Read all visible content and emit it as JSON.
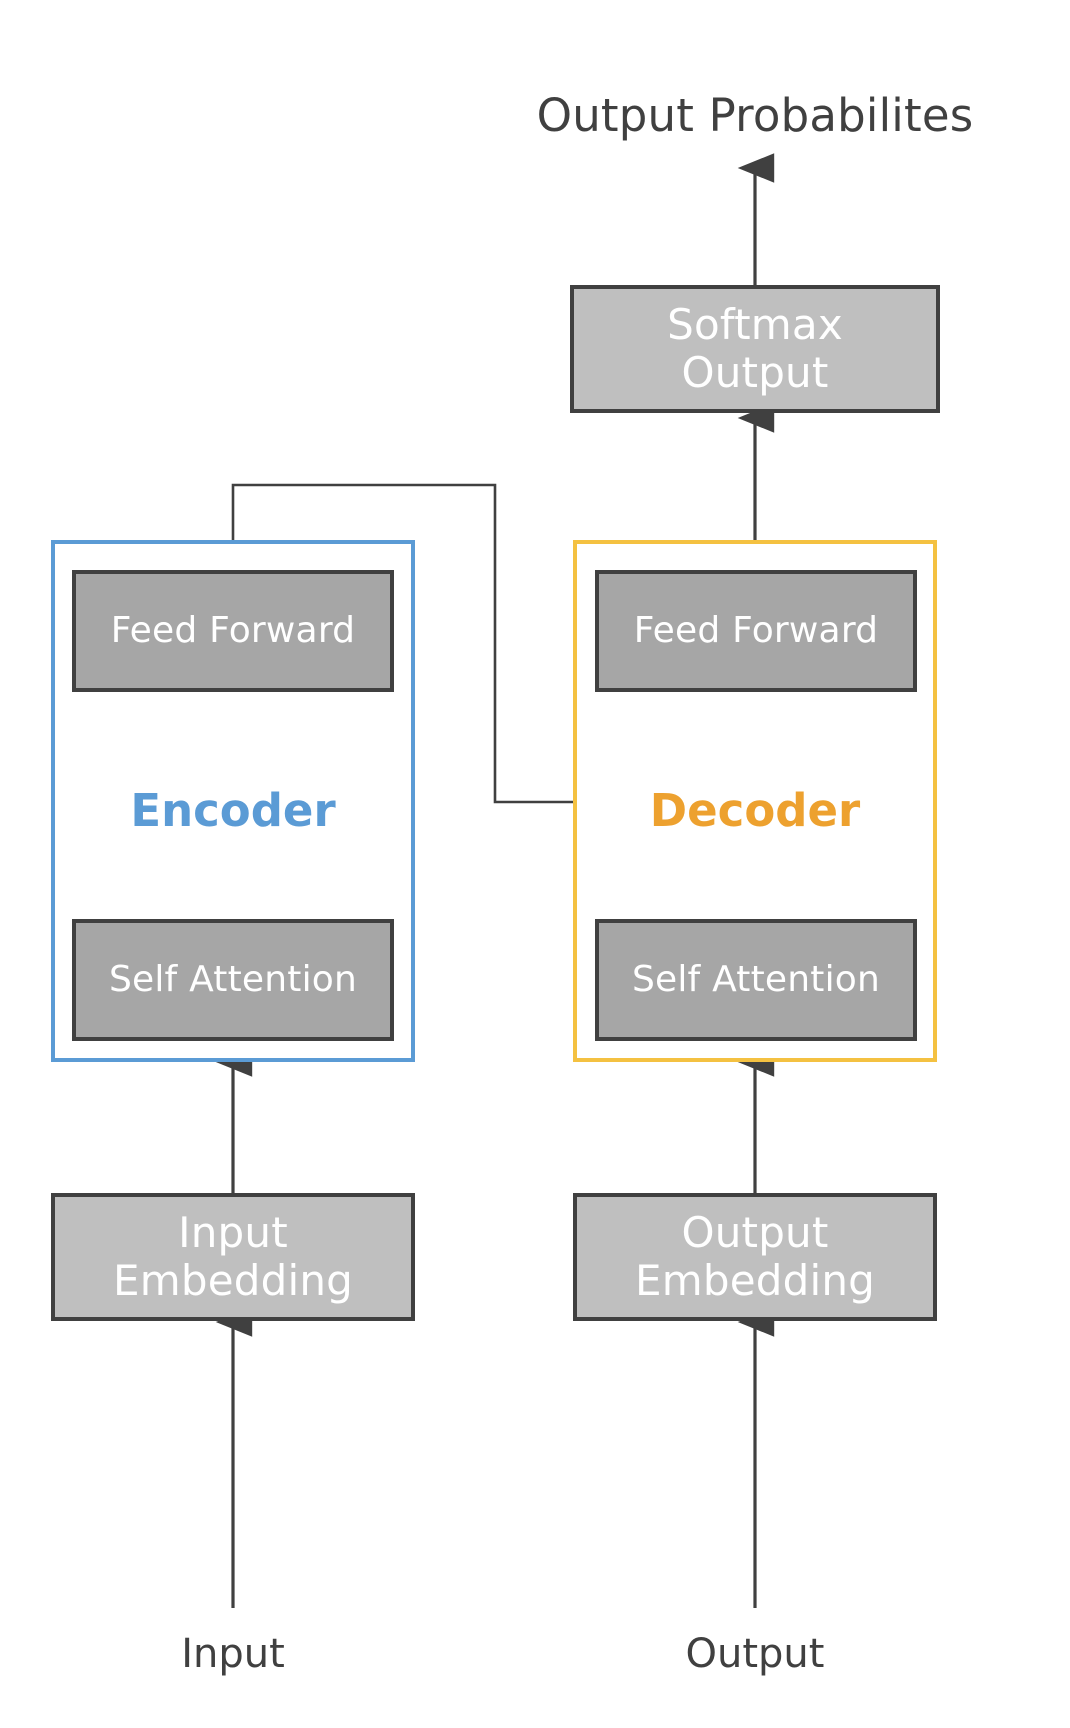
{
  "diagram": {
    "type": "transformer-architecture",
    "title": "Output Probabilites",
    "colors": {
      "encoder_border": "#5b9bd5",
      "encoder_text": "#5b9bd5",
      "decoder_border": "#f4c141",
      "decoder_text": "#eda12f",
      "box_light_fill": "#bfbfbf",
      "box_dark_fill": "#a6a6a6",
      "box_border": "#404040",
      "arrow": "#404040",
      "text": "#404040"
    },
    "top_output_label": "Output Probabilites",
    "softmax": {
      "line1": "Softmax",
      "line2": "Output"
    },
    "encoder": {
      "label": "Encoder",
      "feed_forward": "Feed Forward",
      "self_attention": "Self Attention"
    },
    "decoder": {
      "label": "Decoder",
      "feed_forward": "Feed Forward",
      "self_attention": "Self Attention"
    },
    "input_embedding": {
      "line1": "Input",
      "line2": "Embedding"
    },
    "output_embedding": {
      "line1": "Output",
      "line2": "Embedding"
    },
    "input_label": "Input",
    "output_label": "Output"
  }
}
